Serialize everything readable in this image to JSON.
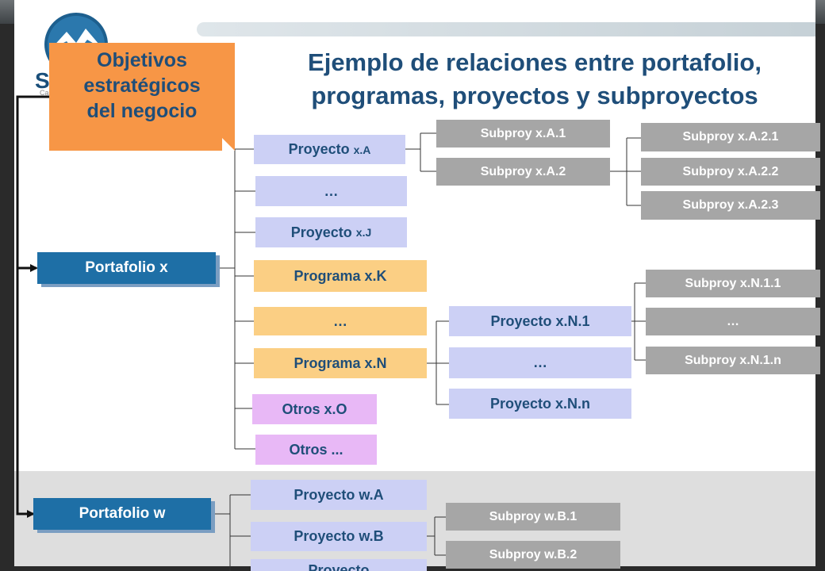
{
  "title_line1": "Ejemplo de relaciones entre portafolio,",
  "title_line2": "programas, proyectos y subproyectos",
  "logo": {
    "text": "S",
    "sub": "Cap"
  },
  "objectives": {
    "line1": "Objetivos",
    "line2": "estratégicos",
    "line3": "del negocio"
  },
  "portfolio_x": {
    "label": "Portafolio x",
    "proyecto_xa": {
      "main": "Proyecto",
      "suffix": "x.A"
    },
    "ellipsis_1": "…",
    "proyecto_xj": {
      "main": "Proyecto",
      "suffix": "x.J"
    },
    "programa_xk": "Programa x.K",
    "ellipsis_2": "…",
    "programa_xn": "Programa x.N",
    "otros_xo": "Otros x.O",
    "otros_more": "Otros ...",
    "subproy_xa1": "Subproy  x.A.1",
    "subproy_xa2": "Subproy x.A.2",
    "subproy_xa21": "Subproy x.A.2.1",
    "subproy_xa22": "Subproy x.A.2.2",
    "subproy_xa23": "Subproy x.A.2.3",
    "proyecto_xn1": "Proyecto x.N.1",
    "ellipsis_3": "…",
    "proyecto_xnn": "Proyecto x.N.n",
    "subproy_xn11": "Subproy x.N.1.1",
    "ellipsis_4": "…",
    "subproy_xn1n": "Subproy x.N.1.n"
  },
  "portfolio_w": {
    "label": "Portafolio w",
    "proyecto_wa": "Proyecto w.A",
    "proyecto_wb": "Proyecto w.B",
    "proyecto_partial": "Proyecto",
    "subproy_wb1": "Subproy w.B.1",
    "subproy_wb2": "Subproy w.B.2"
  },
  "colors": {
    "title": "#1f4e79",
    "objectives_bg": "#f79646",
    "portfolio_bg": "#1e6fa6",
    "project_bg": "#ccd0f5",
    "program_bg": "#fbcf84",
    "other_bg": "#e8b8f6",
    "subproject_bg": "#a6a6a6"
  }
}
